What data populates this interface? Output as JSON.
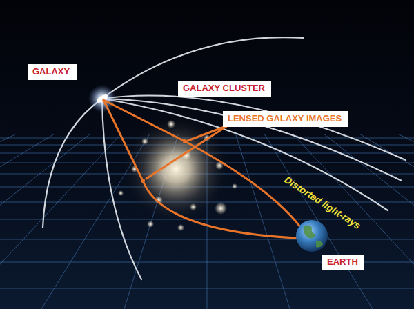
{
  "diagram": {
    "nodes": [
      {
        "text": [
          "GALAXY"
        ]
      },
      {
        "text": [
          "GALAXY CLUSTER"
        ]
      },
      {
        "text": [
          "LENSED GALAXY IMAGES"
        ]
      },
      {
        "text": [
          "EARTH"
        ]
      }
    ],
    "labels": [
      "Distorted light-rays"
    ]
  }
}
